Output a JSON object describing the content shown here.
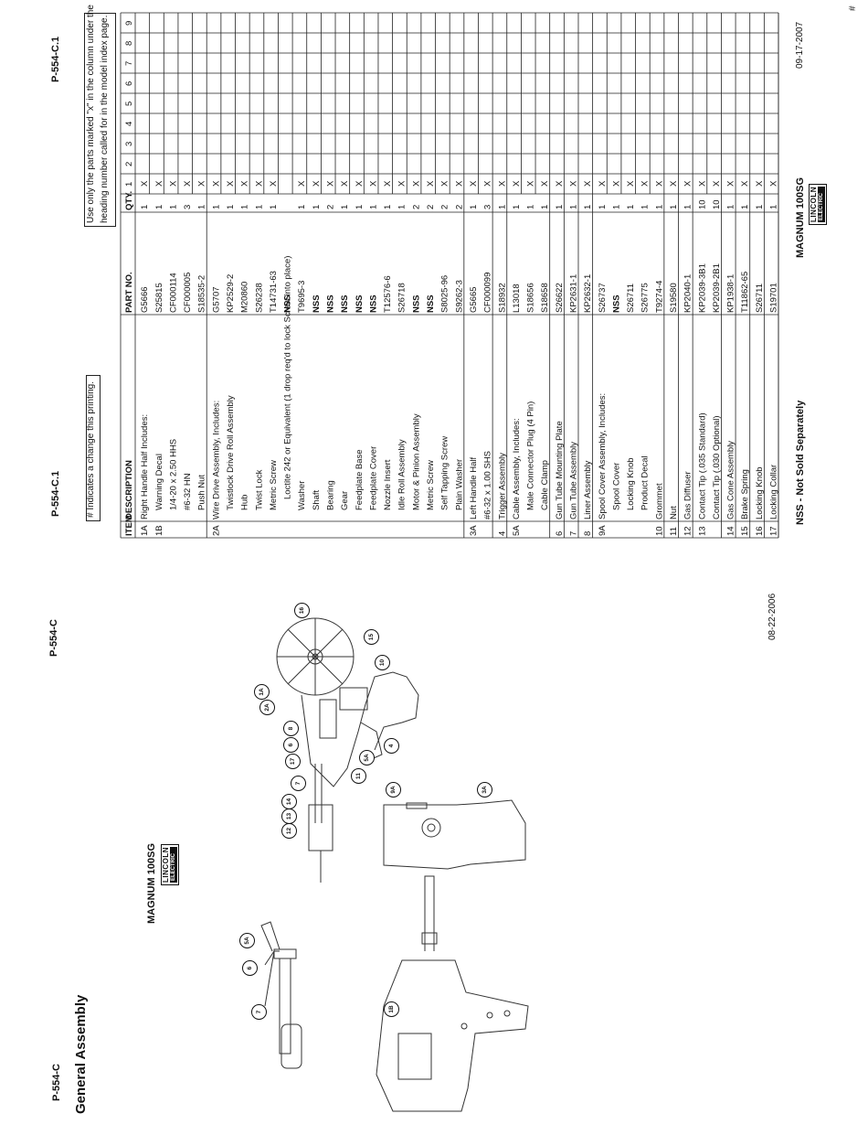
{
  "page": {
    "left_page_code": "P-554-C",
    "left_page_code_bottom": "P-554-C",
    "title": "General Assembly",
    "left_model": "MAGNUM 100SG",
    "left_date": "08-22-2006",
    "right_page_code_top": "P-554-C.1",
    "right_page_code_bottom": "P-554-C.1",
    "right_model": "MAGNUM 100SG",
    "right_date": "09-17-2007",
    "nss_note": "NSS - Not Sold Separately",
    "hash_note": "# Indicates a change this printing.",
    "use_note_line1": "Use only the parts marked \"x\" in the column under the",
    "use_note_line2": "heading number called for in the model index page.",
    "hash_mark": "#",
    "logo_top": "LINCOLN",
    "logo_bottom": "ELECTRIC"
  },
  "table": {
    "headers": {
      "item": "ITEM",
      "description": "DESCRIPTION",
      "part_no": "PART NO.",
      "qty": "QTY."
    },
    "column_numbers": [
      "1",
      "2",
      "3",
      "4",
      "5",
      "6",
      "7",
      "8",
      "9"
    ],
    "rows": [
      {
        "item": "1A",
        "desc": "Right Handle Half Includes:",
        "indent": 0,
        "part": "G5666",
        "qty": "1",
        "x": [
          1
        ]
      },
      {
        "item": "1B",
        "desc": "Warning Decal",
        "indent": 1,
        "part": "S25815",
        "qty": "1",
        "x": [
          1
        ]
      },
      {
        "item": "",
        "desc": "1/4-20 x 2.50 HHS",
        "indent": 1,
        "part": "CF000114",
        "qty": "1",
        "x": [
          1
        ]
      },
      {
        "item": "",
        "desc": "#6-32 HN",
        "indent": 1,
        "part": "CF000005",
        "qty": "3",
        "x": [
          1
        ]
      },
      {
        "item": "",
        "desc": "Push Nut",
        "indent": 1,
        "part": "S18535-2",
        "qty": "1",
        "x": [
          1
        ],
        "sep": true
      },
      {
        "item": "2A",
        "desc": "Wire Drive Assembly, Includes:",
        "indent": 0,
        "part": "G5707",
        "qty": "1",
        "x": [
          1
        ]
      },
      {
        "item": "",
        "desc": "Twistlock Drive Roll Assembly",
        "indent": 1,
        "part": "KP2529-2",
        "qty": "1",
        "x": [
          1
        ]
      },
      {
        "item": "",
        "desc": "Hub",
        "indent": 1,
        "part": "M20860",
        "qty": "1",
        "x": [
          1
        ]
      },
      {
        "item": "",
        "desc": "Twist Lock",
        "indent": 1,
        "part": "S26238",
        "qty": "1",
        "x": [
          1
        ]
      },
      {
        "item": "",
        "desc": "Metric Screw",
        "indent": 1,
        "part": "T14731-63",
        "qty": "1",
        "x": [
          1
        ]
      },
      {
        "item": "",
        "desc": "Loctite 242 or Equivalent (1 drop req'd to lock Screw into place)",
        "indent": 2,
        "tiny": true,
        "part": "NSS",
        "bold": true,
        "qty": "",
        "x": []
      },
      {
        "item": "",
        "desc": "Washer",
        "indent": 1,
        "part": "T9695-3",
        "qty": "1",
        "x": [
          1
        ]
      },
      {
        "item": "",
        "desc": "Shaft",
        "indent": 1,
        "part": "NSS",
        "bold": true,
        "qty": "1",
        "x": [
          1
        ]
      },
      {
        "item": "",
        "desc": "Bearing",
        "indent": 1,
        "part": "NSS",
        "bold": true,
        "qty": "2",
        "x": [
          1
        ]
      },
      {
        "item": "",
        "desc": "Gear",
        "indent": 1,
        "part": "NSS",
        "bold": true,
        "qty": "1",
        "x": [
          1
        ]
      },
      {
        "item": "",
        "desc": "Feedplate Base",
        "indent": 1,
        "part": "NSS",
        "bold": true,
        "qty": "1",
        "x": [
          1
        ]
      },
      {
        "item": "",
        "desc": "Feedplate Cover",
        "indent": 1,
        "part": "NSS",
        "bold": true,
        "qty": "1",
        "x": [
          1
        ]
      },
      {
        "item": "",
        "desc": "Nozzle Insert",
        "indent": 1,
        "part": "T12576-6",
        "qty": "1",
        "x": [
          1
        ]
      },
      {
        "item": "",
        "desc": "Idle Roll Assembly",
        "indent": 1,
        "part": "S26718",
        "qty": "1",
        "x": [
          1
        ]
      },
      {
        "item": "",
        "desc": "Motor & Pinion Assembly",
        "indent": 1,
        "part": "NSS",
        "bold": true,
        "qty": "2",
        "x": [
          1
        ]
      },
      {
        "item": "",
        "desc": "Metric Screw",
        "indent": 1,
        "part": "NSS",
        "bold": true,
        "qty": "2",
        "x": [
          1
        ]
      },
      {
        "item": "",
        "desc": "Self Tapping Screw",
        "indent": 1,
        "part": "S8025-96",
        "qty": "2",
        "x": [
          1
        ]
      },
      {
        "item": "",
        "desc": "Plain Washer",
        "indent": 1,
        "part": "S9262-3",
        "qty": "2",
        "x": [
          1
        ],
        "sep": true
      },
      {
        "item": "3A",
        "desc": "Left Handle Half",
        "indent": 0,
        "part": "G5665",
        "qty": "1",
        "x": [
          1
        ]
      },
      {
        "item": "",
        "desc": "#6-32 x 1.00 SHS",
        "indent": 0,
        "part": "CF000099",
        "qty": "3",
        "x": [
          1
        ],
        "sep": true
      },
      {
        "item": "4",
        "desc": "Trigger Assembly",
        "indent": 0,
        "part": "S18932",
        "qty": "1",
        "x": [
          1
        ],
        "sep": true
      },
      {
        "item": "5A",
        "desc": "Cable Assembly, Includes:",
        "indent": 0,
        "part": "L13018",
        "qty": "1",
        "x": [
          1
        ]
      },
      {
        "item": "",
        "desc": "Male Connector Plug (4 Pin)",
        "indent": 1,
        "part": "S18656",
        "qty": "1",
        "x": [
          1
        ]
      },
      {
        "item": "",
        "desc": "Cable Clamp",
        "indent": 1,
        "part": "S18658",
        "qty": "1",
        "x": [
          1
        ],
        "sep": true
      },
      {
        "item": "6",
        "desc": "Gun Tube Mounting Plate",
        "indent": 0,
        "part": "S26622",
        "qty": "1",
        "x": [
          1
        ],
        "sep": true
      },
      {
        "item": "7",
        "desc": "Gun Tube Assembly",
        "indent": 0,
        "part": "KP2631-1",
        "qty": "1",
        "x": [
          1
        ],
        "sep": true
      },
      {
        "item": "8",
        "desc": "Liner Assembly",
        "indent": 0,
        "part": "KP2632-1",
        "qty": "1",
        "x": [
          1
        ],
        "sep": true
      },
      {
        "item": "9A",
        "desc": "Spool Cover Assembly, Includes:",
        "indent": 0,
        "part": "S26737",
        "qty": "1",
        "x": [
          1
        ]
      },
      {
        "item": "",
        "desc": "Spool Cover",
        "indent": 1,
        "part": "NSS",
        "bold": true,
        "qty": "1",
        "x": [
          1
        ]
      },
      {
        "item": "",
        "desc": "Locking Knob",
        "indent": 1,
        "part": "S26711",
        "qty": "1",
        "x": [
          1
        ]
      },
      {
        "item": "",
        "desc": "Product Decal",
        "indent": 1,
        "part": "S26775",
        "qty": "1",
        "x": [
          1
        ]
      },
      {
        "item": "10",
        "desc": "Grommet",
        "indent": 0,
        "part": "T9274-4",
        "qty": "1",
        "x": [
          1
        ],
        "sep": true
      },
      {
        "item": "11",
        "desc": "Nut",
        "indent": 0,
        "part": "S19580",
        "qty": "1",
        "x": [
          1
        ],
        "sep": true
      },
      {
        "item": "12",
        "desc": "Gas Diffuser",
        "indent": 0,
        "part": "KP2040-1",
        "qty": "1",
        "x": [
          1
        ],
        "sep": true
      },
      {
        "item": "13",
        "desc": "Contact Tip (.035 Standard)",
        "indent": 0,
        "part": "KP2039-3B1",
        "qty": "10",
        "x": [
          1
        ]
      },
      {
        "item": "",
        "desc": "Contact Tip (.030 Optional)",
        "indent": 0,
        "part": "KP2039-2B1",
        "qty": "10",
        "x": [
          1
        ],
        "sep": true
      },
      {
        "item": "14",
        "desc": "Gas Cone Assembly",
        "indent": 0,
        "part": "KP1938-1",
        "qty": "1",
        "x": [
          1
        ],
        "sep": true
      },
      {
        "item": "15",
        "desc": "Brake Spring",
        "indent": 0,
        "part": "T11862-65",
        "qty": "1",
        "x": [
          1
        ],
        "sep": true
      },
      {
        "item": "16",
        "desc": "Locking Knob",
        "indent": 0,
        "part": "S26711",
        "qty": "1",
        "x": [
          1
        ],
        "sep": true
      },
      {
        "item": "17",
        "desc": "Locking Collar",
        "indent": 0,
        "part": "S19701",
        "qty": "1",
        "x": [
          1
        ],
        "sep": true
      }
    ]
  },
  "callouts": [
    {
      "label": "16"
    },
    {
      "label": "15"
    },
    {
      "label": "10"
    },
    {
      "label": "1A"
    },
    {
      "label": "2A"
    },
    {
      "label": "8"
    },
    {
      "label": "6"
    },
    {
      "label": "17"
    },
    {
      "label": "5A"
    },
    {
      "label": "4"
    },
    {
      "label": "11"
    },
    {
      "label": "7"
    },
    {
      "label": "14"
    },
    {
      "label": "13"
    },
    {
      "label": "12"
    },
    {
      "label": "9A"
    },
    {
      "label": "3A"
    },
    {
      "label": "5A"
    },
    {
      "label": "6"
    },
    {
      "label": "7"
    },
    {
      "label": "1B"
    }
  ],
  "x_mark": "X"
}
